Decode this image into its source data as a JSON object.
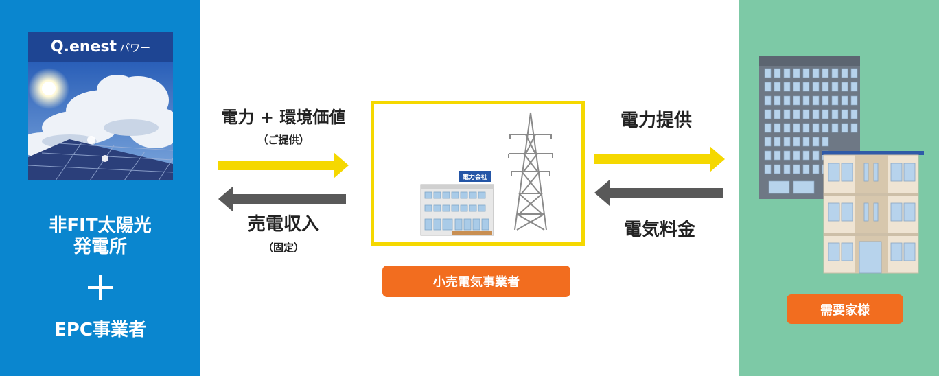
{
  "supplier": {
    "logo_brand": "Q.enest",
    "logo_sub": "パワー",
    "line1": "非FIT太陽光",
    "line2": "発電所",
    "plus": "+",
    "line3": "EPC事業者"
  },
  "flows": {
    "to_retailer": {
      "title": "電力 + 環境価値",
      "sub": "（ご提供）"
    },
    "from_retailer": {
      "title": "売電収入",
      "sub": "（固定）"
    },
    "to_customer": {
      "title": "電力提供"
    },
    "from_customer": {
      "title": "電気料金"
    }
  },
  "retailer": {
    "building_sign": "電力会社",
    "badge": "小売電気事業者"
  },
  "customer": {
    "badge": "需要家様"
  },
  "colors": {
    "supplier_bg": "#0a86cf",
    "customer_bg": "#7dc9a6",
    "arrow_yellow": "#f5d800",
    "arrow_gray": "#595959",
    "badge_orange": "#f26d1f"
  }
}
